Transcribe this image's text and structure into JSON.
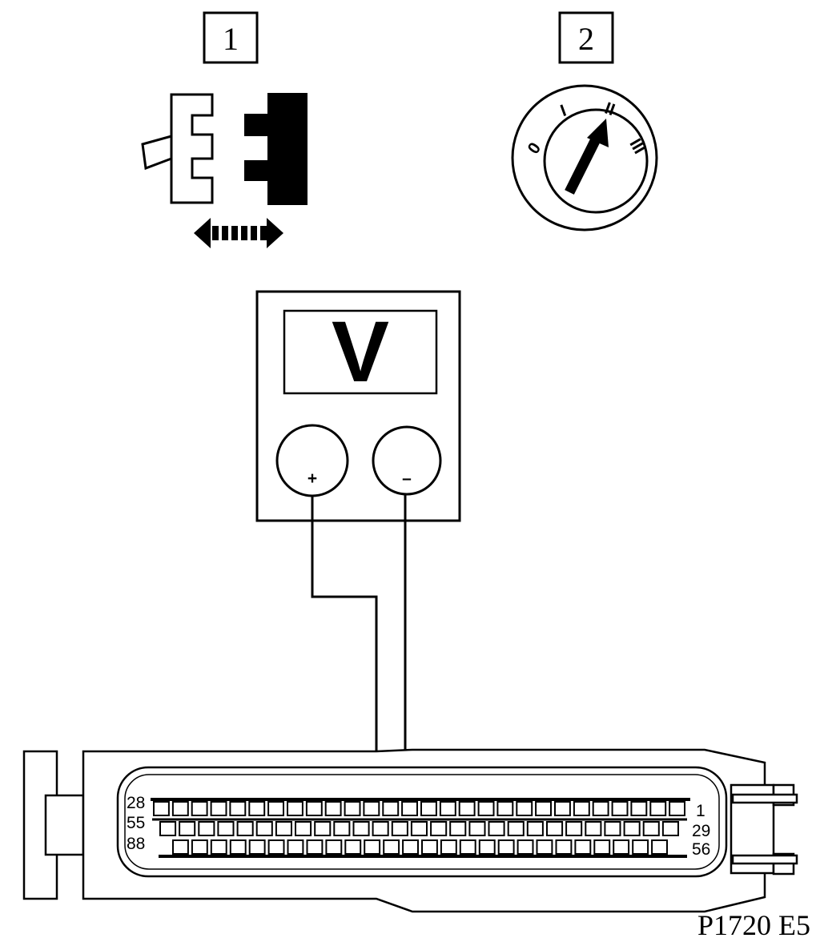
{
  "step_labels": {
    "step1": "1",
    "step2": "2"
  },
  "ignition": {
    "positions": [
      "0",
      "I",
      "II",
      "III"
    ]
  },
  "voltmeter": {
    "display": "V",
    "positive": "+",
    "negative": "–"
  },
  "connector": {
    "pin_labels": {
      "row1_left": "28",
      "row1_right": "1",
      "row2_left": "55",
      "row2_right": "29",
      "row3_left": "88",
      "row3_right": "56"
    }
  },
  "figure_ref": "P1720 E5"
}
